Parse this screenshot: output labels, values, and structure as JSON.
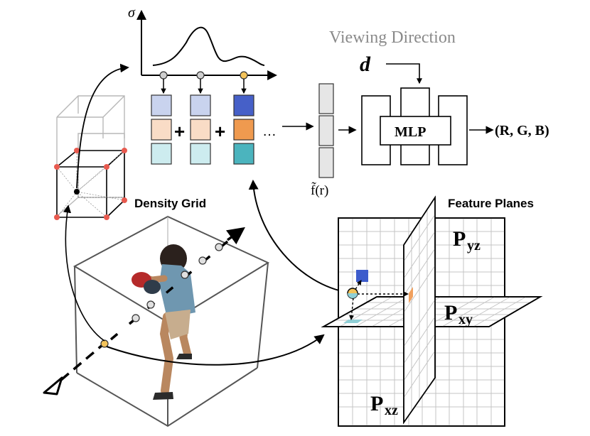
{
  "labels": {
    "sigma": "σ",
    "viewing_direction": "Viewing Direction",
    "d": "d",
    "mlp": "MLP",
    "output": "(R, G, B)",
    "plus": "+",
    "ellipsis": "…",
    "f_tilde": "f̃(r)",
    "density_grid": "Density Grid",
    "feature_planes": "Feature Planes",
    "p_yz": "P",
    "p_yz_sub": "yz",
    "p_xy": "P",
    "p_xy_sub": "xy",
    "p_xz": "P",
    "p_xz_sub": "xz"
  },
  "colors": {
    "feature_top_light": "#c9d3ee",
    "feature_top_strong": "#4660c8",
    "feature_mid_light": "#f9dcc6",
    "feature_mid_strong": "#ef9a4f",
    "feature_bot_light": "#cdecef",
    "feature_bot_strong": "#4bb4be",
    "grid_vertex": "#e85a4f",
    "sample_point": "#f3c35a",
    "cell_blue": "#3d5ccc",
    "cell_orange": "#f0a05e",
    "cell_teal": "#8fcfd6"
  }
}
